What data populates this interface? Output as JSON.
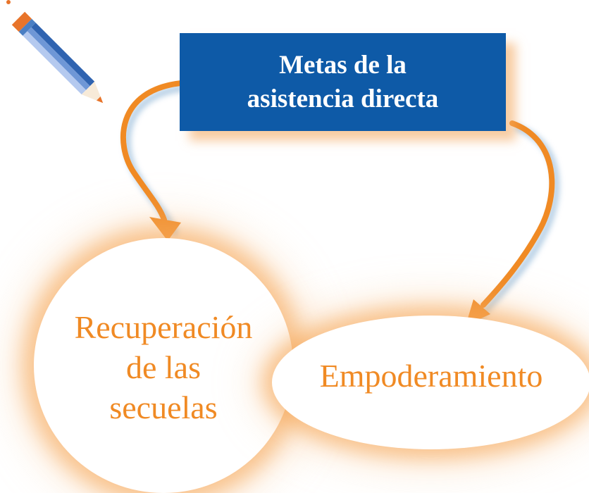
{
  "goal_box": {
    "line1": "Metas de la",
    "line2": "asistencia directa"
  },
  "left_goal": {
    "line1": "Recuperación",
    "line2": "de las",
    "line3": "secuelas"
  },
  "right_goal": {
    "label": "Empoderamiento"
  },
  "colors": {
    "box_fill": "#0e5aa7",
    "arrow": "#f08a24",
    "goal_text": "#f08a24",
    "glow": "#f6a24e"
  },
  "icons": [
    "pencil-icon"
  ]
}
